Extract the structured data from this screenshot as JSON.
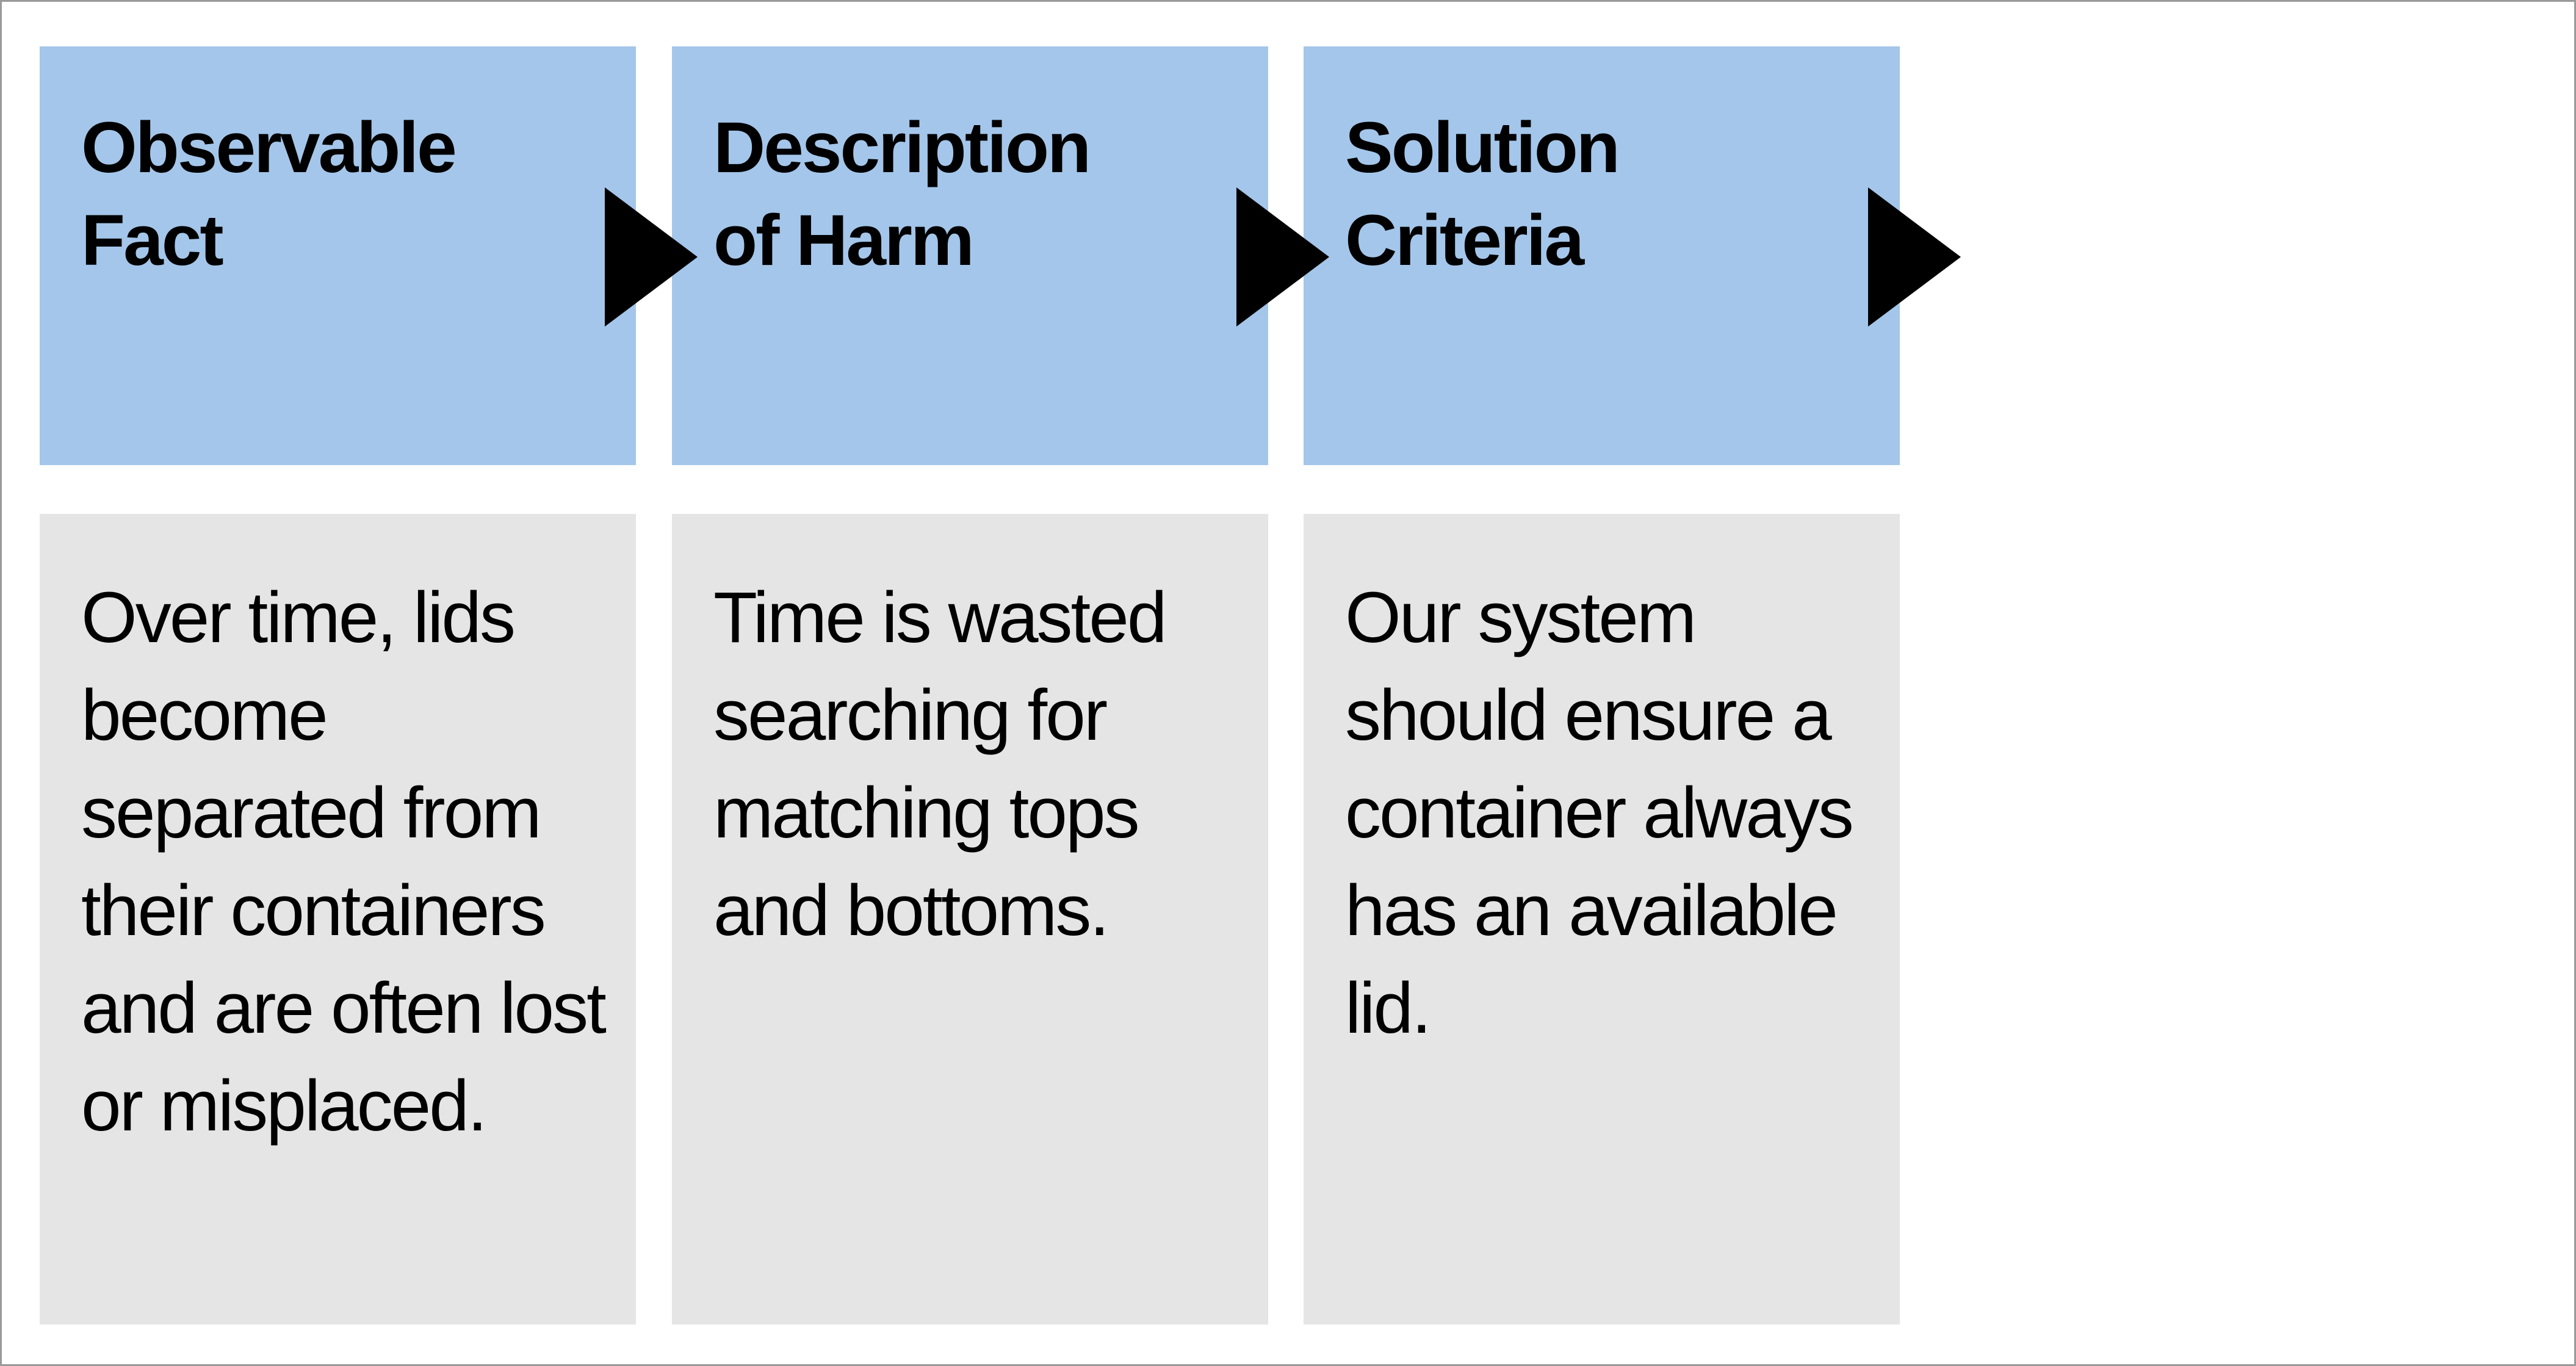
{
  "steps": [
    {
      "heading": "Observable\nFact",
      "body": "Over time, lids become separated from their containers and are often lost or misplaced."
    },
    {
      "heading": "Description\nof Harm",
      "body": "Time is wasted searching for matching tops and bottoms."
    },
    {
      "heading": "Solution\nCriteria",
      "body": "Our system should ensure a container always has an available lid."
    }
  ],
  "colors": {
    "header_fill": "#a4c6ea",
    "body_fill": "#e5e5e5",
    "arrow": "#000000",
    "frame_border": "#9a9a9a"
  },
  "icons": {
    "connector": "triangle-right-arrow-icon"
  }
}
